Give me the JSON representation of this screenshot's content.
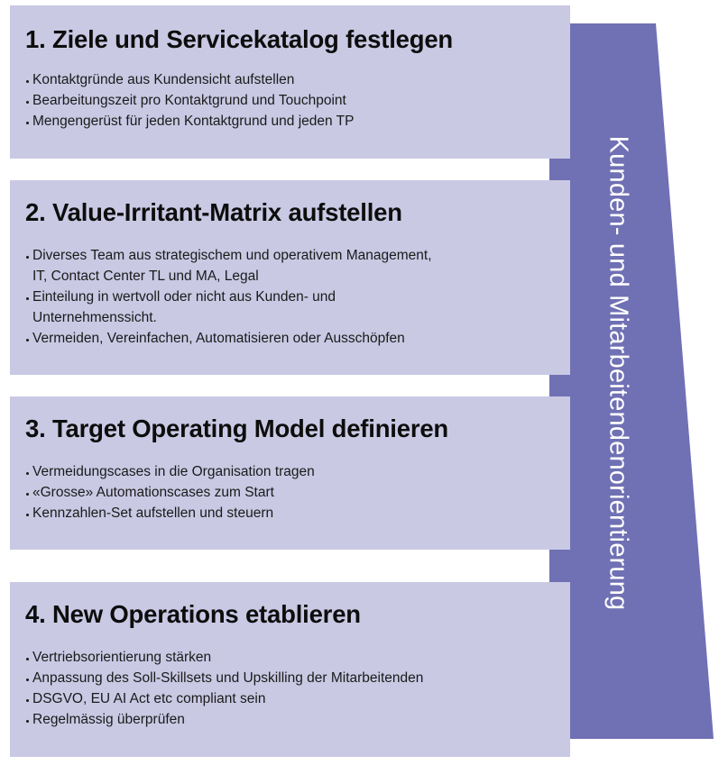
{
  "colors": {
    "step_box": "#c9c9e4",
    "band": "#7070b4",
    "band_text": "#ffffff",
    "title_text": "#0d0d0d",
    "body_text": "#1a1a1a",
    "background": "#ffffff"
  },
  "side_band": {
    "label": "Kunden- und Mitarbeitendenorientierung",
    "orientation": "vertical-rotated-90"
  },
  "steps": [
    {
      "title": "1. Ziele und Servicekatalog festlegen",
      "bullets": [
        "Kontaktgründe aus Kundensicht aufstellen",
        "Bearbeitungszeit pro Kontaktgrund und Touchpoint",
        "Mengengerüst für jeden Kontaktgrund und jeden TP"
      ]
    },
    {
      "title": "2. Value-Irritant-Matrix aufstellen",
      "bullets": [
        "Diverses Team aus strategischem und operativem Management, IT, Contact Center TL und MA, Legal",
        "Einteilung in wertvoll oder nicht aus Kunden- und Unternehmenssicht.",
        "Vermeiden, Vereinfachen, Automatisieren oder Ausschöpfen"
      ],
      "bullet_lines": [
        [
          "Diverses Team aus strategischem und operativem Management,",
          "IT, Contact Center TL und MA, Legal"
        ],
        [
          "Einteilung in wertvoll oder nicht aus Kunden- und",
          "Unternehmenssicht."
        ],
        [
          "Vermeiden, Vereinfachen, Automatisieren oder Ausschöpfen"
        ]
      ]
    },
    {
      "title": "3. Target Operating Model definieren",
      "bullets": [
        "Vermeidungscases in die Organisation tragen",
        "«Grosse» Automationscases zum Start",
        "Kennzahlen-Set aufstellen und steuern"
      ]
    },
    {
      "title": "4. New Operations etablieren",
      "bullets": [
        "Vertriebsorientierung stärken",
        "Anpassung des Soll-Skillsets und Upskilling der Mitarbeitenden",
        "DSGVO, EU AI Act etc compliant sein",
        "Regelmässig überprüfen"
      ]
    }
  ]
}
